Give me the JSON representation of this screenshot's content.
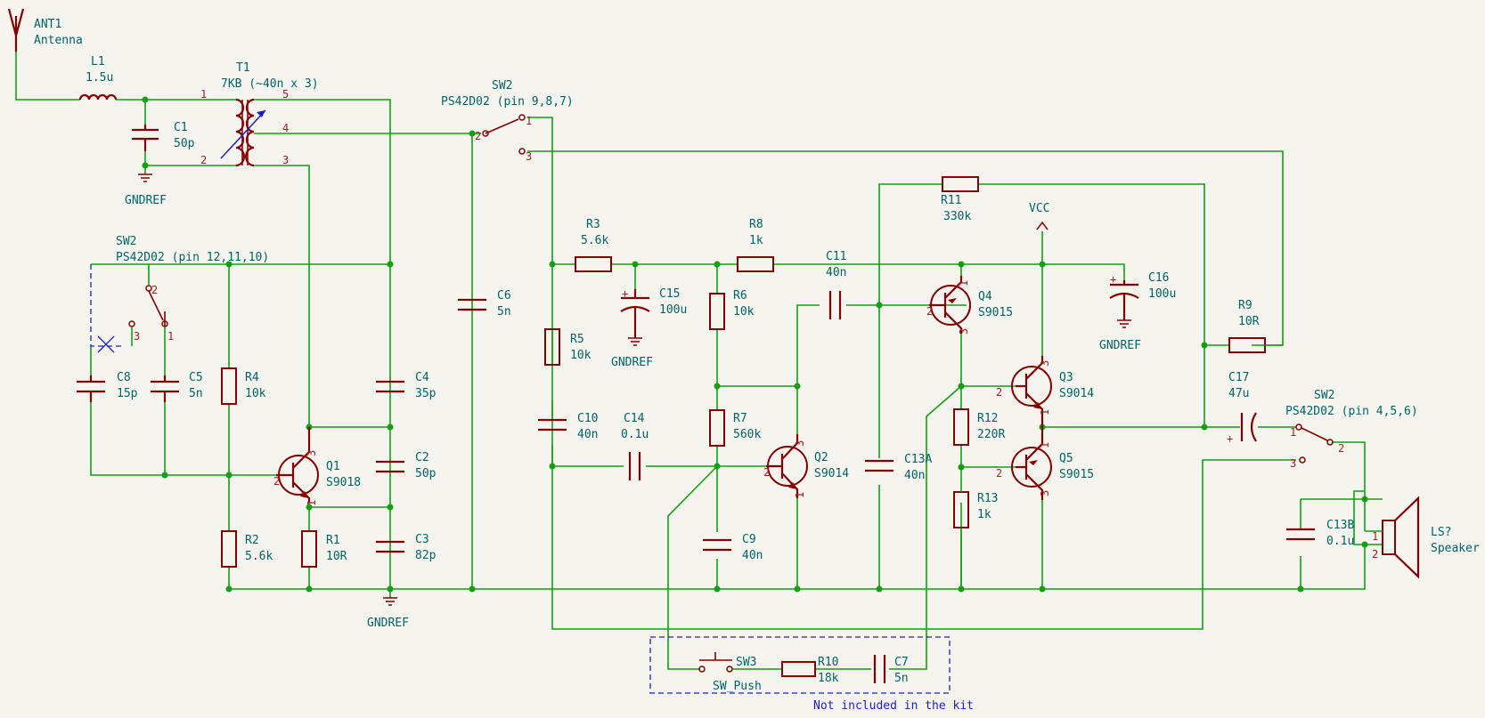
{
  "labels": {
    "ant1_ref": "ANT1",
    "ant1_val": "Antenna",
    "l1_ref": "L1",
    "l1_val": "1.5u",
    "t1_ref": "T1",
    "t1_val": "7KB (~40n x 3)",
    "c1_ref": "C1",
    "c1_val": "50p",
    "gnd1": "GNDREF",
    "gnd2": "GNDREF",
    "gnd3": "GNDREF",
    "gnd4": "GNDREF",
    "sw2a_ref": "SW2",
    "sw2a_val": "PS42D02 (pin 9,8,7)",
    "sw2b_ref": "SW2",
    "sw2b_val": "PS42D02 (pin 12,11,10)",
    "sw2c_ref": "SW2",
    "sw2c_val": "PS42D02 (pin 4,5,6)",
    "c6_ref": "C6",
    "c6_val": "5n",
    "r3_ref": "R3",
    "r3_val": "5.6k",
    "r8_ref": "R8",
    "r8_val": "1k",
    "c11_ref": "C11",
    "c11_val": "40n",
    "r11_ref": "R11",
    "r11_val": "330k",
    "vcc": "VCC",
    "c16_ref": "C16",
    "c16_val": "100u",
    "c15_ref": "C15",
    "c15_val": "100u",
    "r6_ref": "R6",
    "r6_val": "10k",
    "r5_ref": "R5",
    "r5_val": "10k",
    "r9_ref": "R9",
    "r9_val": "10R",
    "q4_ref": "Q4",
    "q4_val": "S9015",
    "q3_ref": "Q3",
    "q3_val": "S9014",
    "q5_ref": "Q5",
    "q5_val": "S9015",
    "q2_ref": "Q2",
    "q2_val": "S9014",
    "q1_ref": "Q1",
    "q1_val": "S9018",
    "c17_ref": "C17",
    "c17_val": "47u",
    "c8_ref": "C8",
    "c8_val": "15p",
    "c5_ref": "C5",
    "c5_val": "5n",
    "r4_ref": "R4",
    "r4_val": "10k",
    "c4_ref": "C4",
    "c4_val": "35p",
    "c2_ref": "C2",
    "c2_val": "50p",
    "c3_ref": "C3",
    "c3_val": "82p",
    "r2_ref": "R2",
    "r2_val": "5.6k",
    "r1_ref": "R1",
    "r1_val": "10R",
    "c10_ref": "C10",
    "c10_val": "40n",
    "c14_ref": "C14",
    "c14_val": "0.1u",
    "r7_ref": "R7",
    "r7_val": "560k",
    "c9_ref": "C9",
    "c9_val": "40n",
    "c13a_ref": "C13A",
    "c13a_val": "40n",
    "r12_ref": "R12",
    "r12_val": "220R",
    "r13_ref": "R13",
    "r13_val": "1k",
    "c13b_ref": "C13B",
    "c13b_val": "0.1u",
    "ls_ref": "LS?",
    "ls_val": "Speaker",
    "sw3_ref": "SW3",
    "sw3_val": "SW_Push",
    "r10_ref": "R10",
    "r10_val": "18k",
    "c7_ref": "C7",
    "c7_val": "5n",
    "note": "Not included in the kit"
  },
  "pins": {
    "one": "1",
    "two": "2",
    "three": "3",
    "four": "4",
    "five": "5",
    "plus": "+"
  },
  "colors": {
    "wire": "#12a012",
    "component": "#840000",
    "reference_text": "#006464",
    "pin_text": "#a02020",
    "note": "#1d1dc8",
    "background": "#f5f4ef"
  }
}
